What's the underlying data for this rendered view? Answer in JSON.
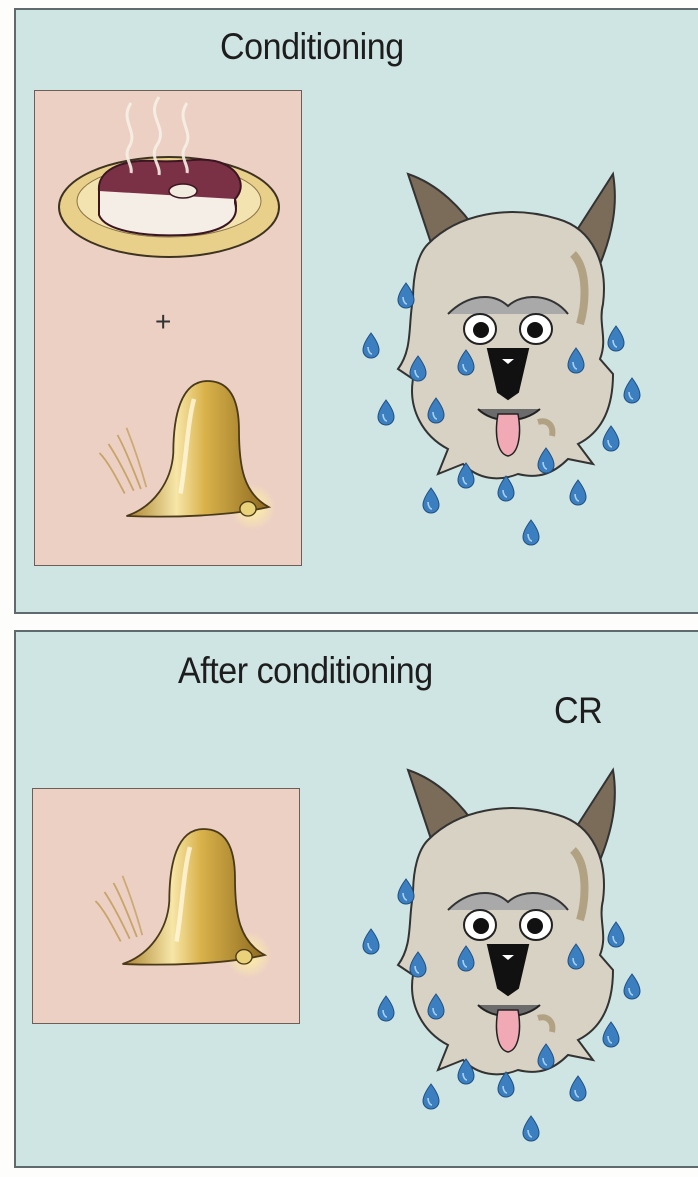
{
  "panels": {
    "top": {
      "title": "Conditioning",
      "plus": "+"
    },
    "bottom": {
      "title": "After conditioning",
      "response_label": "CR"
    }
  },
  "colors": {
    "panel_bg": "#cfe5e3",
    "inset_bg": "#ecd0c4",
    "bell": "#d9b24a",
    "drop": "#3b7fc0",
    "fur": "#d8d2c4",
    "ear": "#7b6c5a"
  },
  "icons": [
    "steak-plate-icon",
    "bell-icon",
    "dog-face-icon",
    "drool-drop-icon"
  ]
}
